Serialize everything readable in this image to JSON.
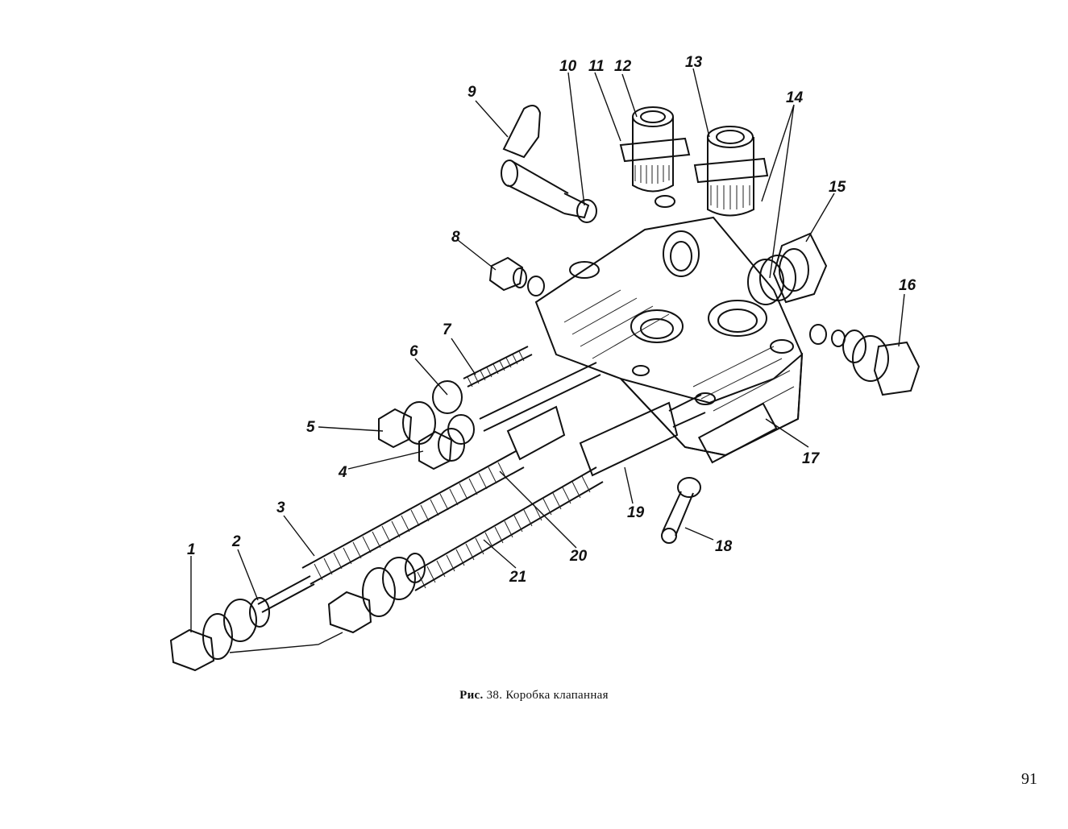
{
  "caption": {
    "prefix": "Рис.",
    "number": "38.",
    "title": "Коробка клапанная"
  },
  "page_number": "91",
  "callouts": [
    "1",
    "2",
    "3",
    "4",
    "5",
    "6",
    "7",
    "8",
    "9",
    "10",
    "11",
    "12",
    "13",
    "14",
    "15",
    "16",
    "17",
    "18",
    "19",
    "20",
    "21"
  ]
}
